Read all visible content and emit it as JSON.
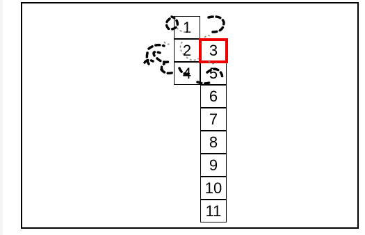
{
  "board": {
    "tiles": [
      {
        "label": "1",
        "col": 1,
        "row": 0
      },
      {
        "label": "2",
        "col": 1,
        "row": 1
      },
      {
        "label": "3",
        "col": 2,
        "row": 1,
        "selected": true
      },
      {
        "label": "4",
        "col": 1,
        "row": 2
      },
      {
        "label": "5",
        "col": 2,
        "row": 2
      },
      {
        "label": "6",
        "col": 2,
        "row": 3
      },
      {
        "label": "7",
        "col": 2,
        "row": 4
      },
      {
        "label": "8",
        "col": 2,
        "row": 5
      },
      {
        "label": "9",
        "col": 2,
        "row": 6
      },
      {
        "label": "10",
        "col": 2,
        "row": 7
      },
      {
        "label": "11",
        "col": 2,
        "row": 8
      }
    ],
    "colors": {
      "selected_border": "#ee0000",
      "tile_border": "#000000",
      "scribble": "#000000"
    }
  }
}
